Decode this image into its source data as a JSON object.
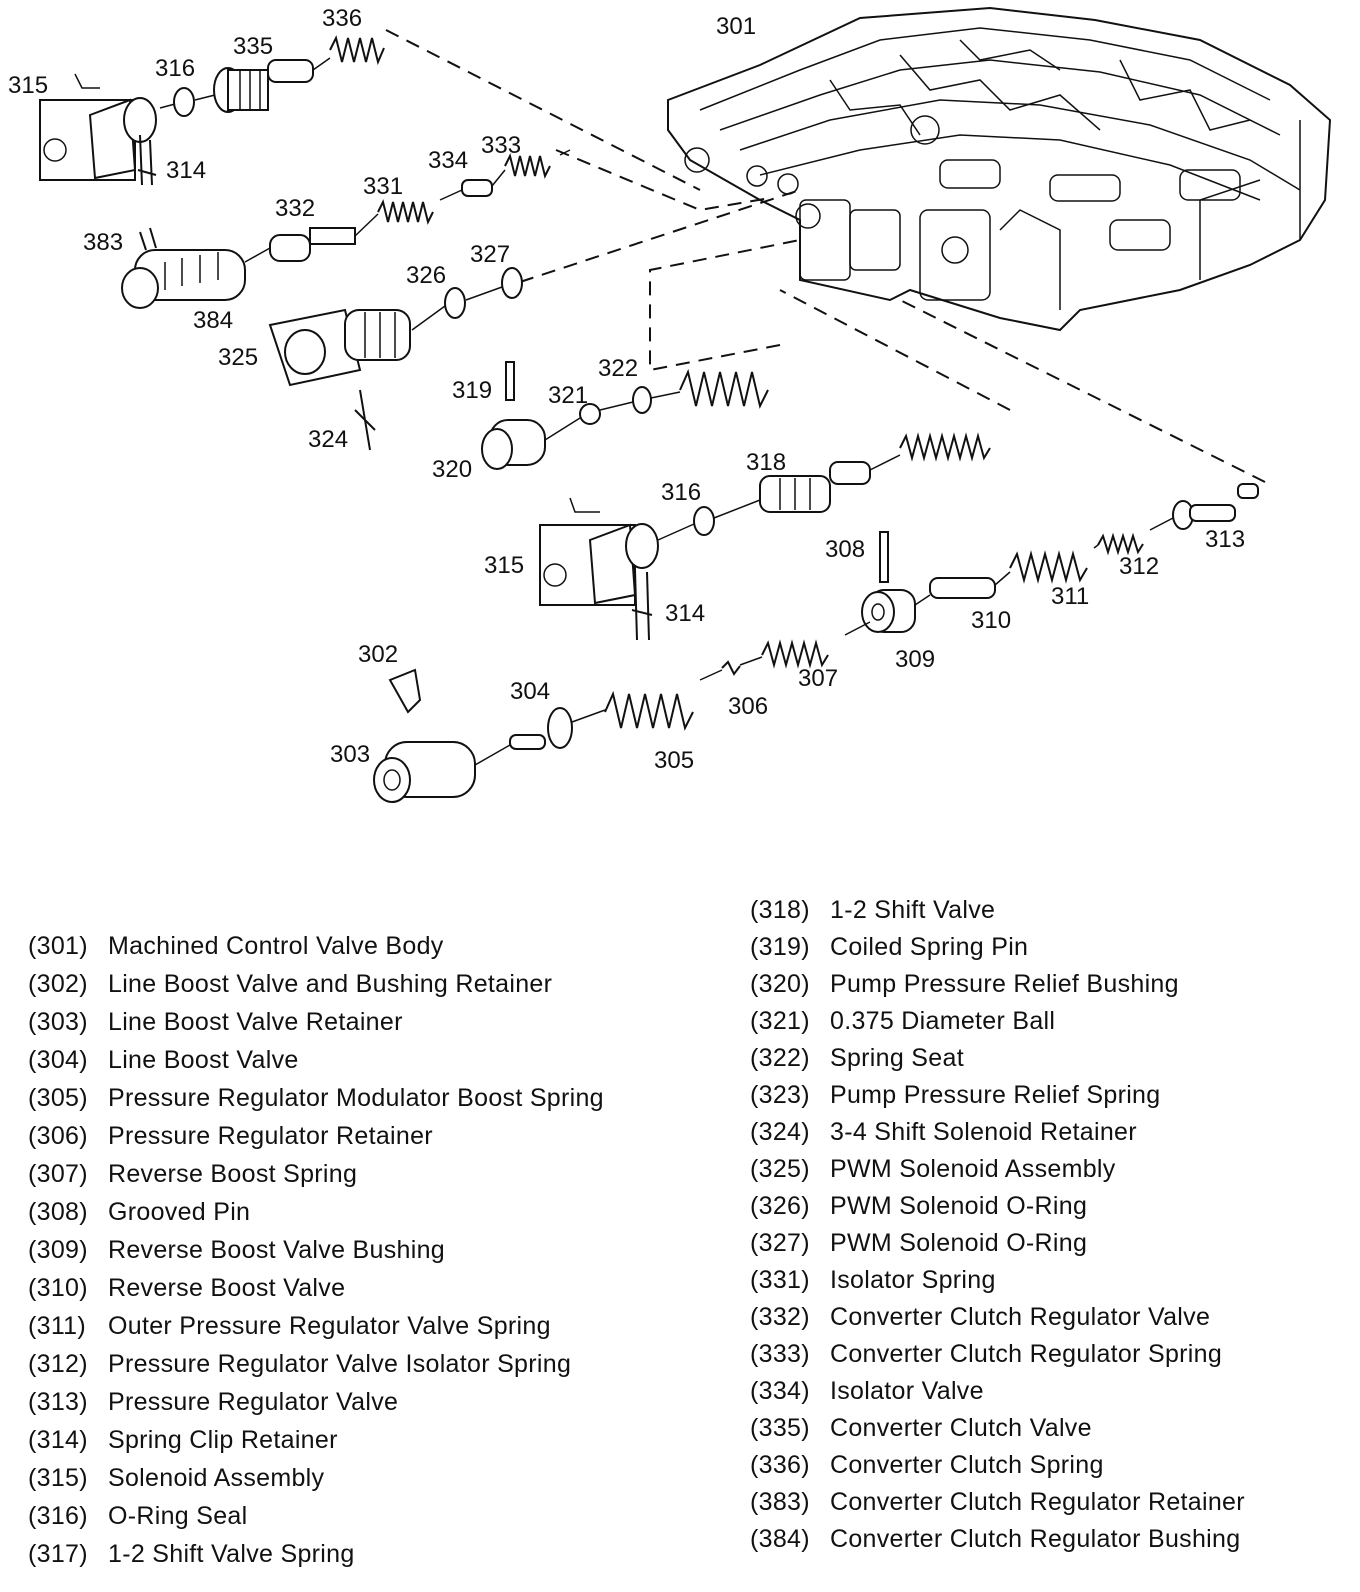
{
  "callouts": {
    "c301": "301",
    "c302": "302",
    "c303": "303",
    "c304": "304",
    "c305": "305",
    "c306": "306",
    "c307": "307",
    "c308": "308",
    "c309": "309",
    "c310": "310",
    "c311": "311",
    "c312": "312",
    "c313": "313",
    "c314a": "314",
    "c314b": "314",
    "c315a": "315",
    "c315b": "315",
    "c316a": "316",
    "c316b": "316",
    "c318": "318",
    "c319": "319",
    "c320": "320",
    "c321": "321",
    "c322": "322",
    "c324": "324",
    "c325": "325",
    "c326": "326",
    "c327": "327",
    "c331": "331",
    "c332": "332",
    "c333": "333",
    "c334": "334",
    "c335": "335",
    "c336": "336",
    "c383": "383",
    "c384": "384"
  },
  "legend_left": [
    {
      "num": "(301)",
      "name": "Machined Control Valve Body"
    },
    {
      "num": "(302)",
      "name": "Line Boost Valve and Bushing Retainer"
    },
    {
      "num": "(303)",
      "name": "Line Boost Valve Retainer"
    },
    {
      "num": "(304)",
      "name": "Line Boost Valve"
    },
    {
      "num": "(305)",
      "name": "Pressure Regulator Modulator Boost Spring"
    },
    {
      "num": "(306)",
      "name": "Pressure Regulator Retainer"
    },
    {
      "num": "(307)",
      "name": "Reverse Boost Spring"
    },
    {
      "num": "(308)",
      "name": "Grooved Pin"
    },
    {
      "num": "(309)",
      "name": "Reverse Boost Valve Bushing"
    },
    {
      "num": "(310)",
      "name": "Reverse Boost Valve"
    },
    {
      "num": "(311)",
      "name": "Outer Pressure Regulator Valve Spring"
    },
    {
      "num": "(312)",
      "name": "Pressure Regulator Valve Isolator Spring"
    },
    {
      "num": "(313)",
      "name": "Pressure Regulator Valve"
    },
    {
      "num": "(314)",
      "name": "Spring Clip Retainer"
    },
    {
      "num": "(315)",
      "name": "Solenoid Assembly"
    },
    {
      "num": "(316)",
      "name": "O-Ring Seal"
    },
    {
      "num": "(317)",
      "name": "1-2 Shift Valve Spring"
    }
  ],
  "legend_right": [
    {
      "num": "(318)",
      "name": "1-2 Shift Valve"
    },
    {
      "num": "(319)",
      "name": "Coiled Spring Pin"
    },
    {
      "num": "(320)",
      "name": "Pump Pressure Relief Bushing"
    },
    {
      "num": "(321)",
      "name": "0.375 Diameter Ball"
    },
    {
      "num": "(322)",
      "name": "Spring Seat"
    },
    {
      "num": "(323)",
      "name": "Pump Pressure Relief Spring"
    },
    {
      "num": "(324)",
      "name": "3-4 Shift Solenoid Retainer"
    },
    {
      "num": "(325)",
      "name": "PWM Solenoid Assembly"
    },
    {
      "num": "(326)",
      "name": "PWM Solenoid O-Ring"
    },
    {
      "num": "(327)",
      "name": "PWM Solenoid O-Ring"
    },
    {
      "num": "(331)",
      "name": "Isolator Spring"
    },
    {
      "num": "(332)",
      "name": "Converter Clutch Regulator Valve"
    },
    {
      "num": "(333)",
      "name": "Converter Clutch Regulator Spring"
    },
    {
      "num": "(334)",
      "name": "Isolator Valve"
    },
    {
      "num": "(335)",
      "name": "Converter Clutch Valve"
    },
    {
      "num": "(336)",
      "name": "Converter Clutch Spring"
    },
    {
      "num": "(383)",
      "name": "Converter Clutch Regulator Retainer"
    },
    {
      "num": "(384)",
      "name": "Converter Clutch Regulator Bushing"
    }
  ]
}
